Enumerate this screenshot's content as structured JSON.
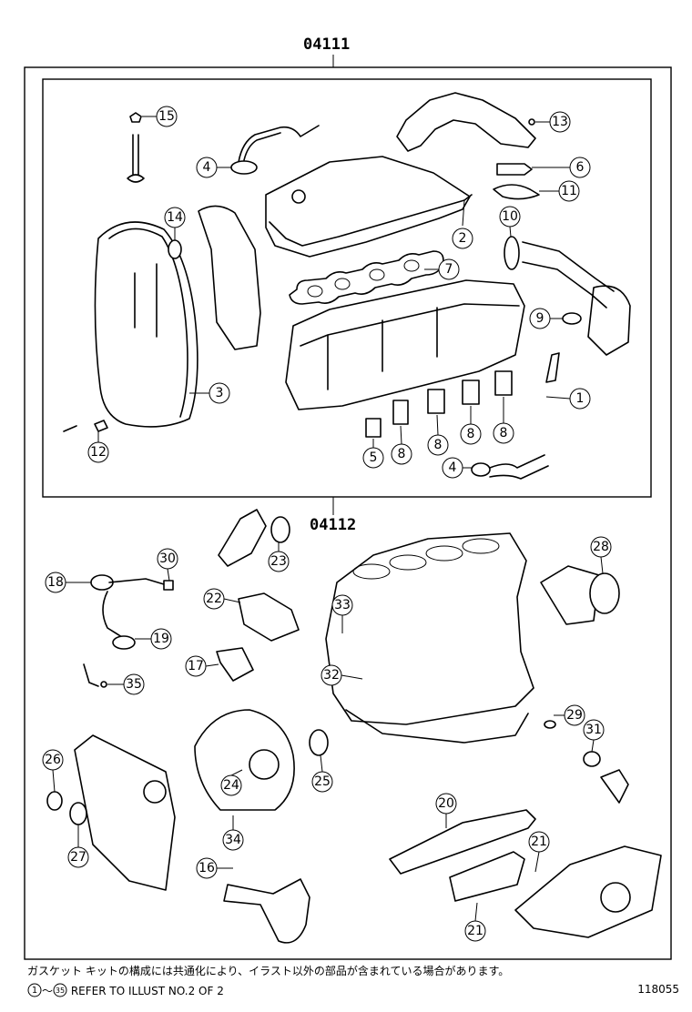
{
  "kits": [
    {
      "code": "04111"
    },
    {
      "code": "04112"
    }
  ],
  "callouts": [
    {
      "n": "1"
    },
    {
      "n": "2"
    },
    {
      "n": "3"
    },
    {
      "n": "4"
    },
    {
      "n": "5"
    },
    {
      "n": "6"
    },
    {
      "n": "7"
    },
    {
      "n": "8"
    },
    {
      "n": "9"
    },
    {
      "n": "10"
    },
    {
      "n": "11"
    },
    {
      "n": "12"
    },
    {
      "n": "13"
    },
    {
      "n": "14"
    },
    {
      "n": "15"
    },
    {
      "n": "16"
    },
    {
      "n": "17"
    },
    {
      "n": "18"
    },
    {
      "n": "19"
    },
    {
      "n": "20"
    },
    {
      "n": "21"
    },
    {
      "n": "22"
    },
    {
      "n": "23"
    },
    {
      "n": "24"
    },
    {
      "n": "25"
    },
    {
      "n": "26"
    },
    {
      "n": "27"
    },
    {
      "n": "28"
    },
    {
      "n": "29"
    },
    {
      "n": "30"
    },
    {
      "n": "31"
    },
    {
      "n": "32"
    },
    {
      "n": "33"
    },
    {
      "n": "34"
    },
    {
      "n": "35"
    }
  ],
  "notes": {
    "jp": "ガスケット キットの構成には共通化により、イラスト以外の部品が含まれている場合があります。",
    "ref_start": "1",
    "ref_sep": "～",
    "ref_end": "35",
    "ref_text": "REFER TO ILLUST NO.2 OF 2"
  },
  "figure_number": "118055"
}
